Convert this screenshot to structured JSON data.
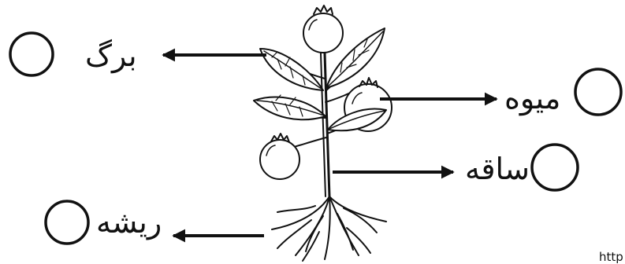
{
  "diagram": {
    "labels": {
      "leaf": "برگ",
      "fruit": "میوه",
      "stem": "ساقه",
      "root": "ریشه"
    },
    "footer_text": "http"
  },
  "colors": {
    "ink": "#111111",
    "background": "#ffffff"
  }
}
